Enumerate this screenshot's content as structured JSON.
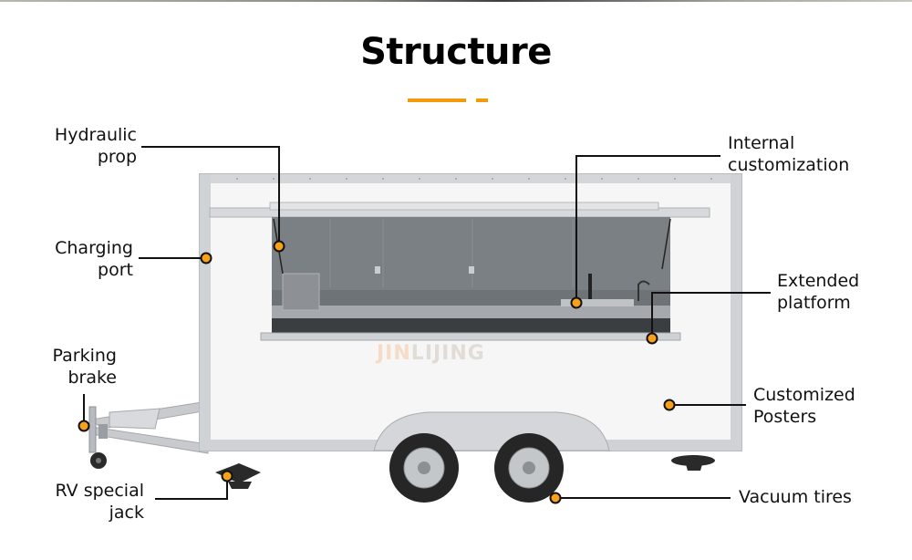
{
  "header": {
    "title": "Structure",
    "accent_color": "#f39a0b"
  },
  "watermark": {
    "prefix": "JIN",
    "suffix": "LIJING"
  },
  "callouts": {
    "hydraulic_prop": {
      "line1": "Hydraulic",
      "line2": "prop"
    },
    "charging_port": {
      "line1": "Charging",
      "line2": "port"
    },
    "parking_brake": {
      "line1": "Parking",
      "line2": "brake"
    },
    "rv_special_jack": {
      "line1": "RV special",
      "line2": "jack"
    },
    "internal_customization": {
      "line1": "Internal",
      "line2": "customization"
    },
    "extended_platform": {
      "line1": "Extended",
      "line2": "platform"
    },
    "customized_posters": {
      "line1": "Customized",
      "line2": "Posters"
    },
    "vacuum_tires": {
      "line1": "Vacuum tires"
    }
  },
  "colors": {
    "dot_fill": "#f7a11a",
    "line": "#111111",
    "trailer_body": "#f4f4f4",
    "trailer_frame": "#c9ccd0",
    "interior": "#6f7478"
  }
}
